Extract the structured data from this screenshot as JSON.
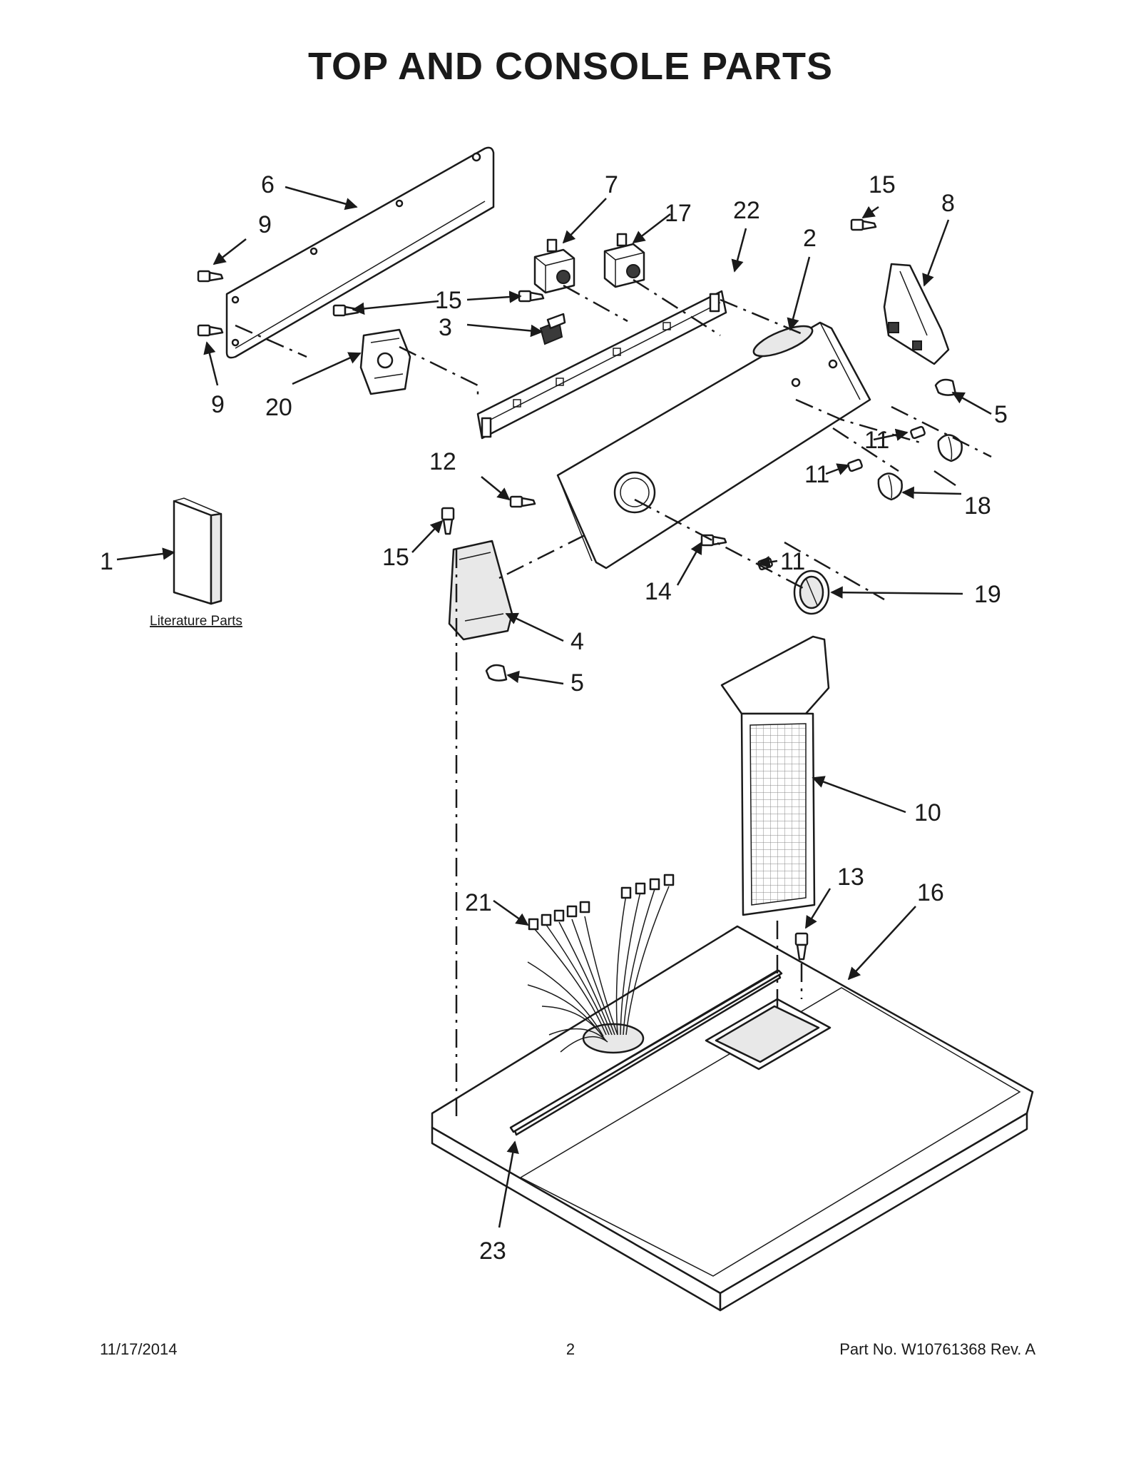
{
  "page": {
    "title": "TOP AND CONSOLE PARTS",
    "footer_date": "11/17/2014",
    "footer_page": "2",
    "footer_part": "Part No.  W10761368  Rev.  A"
  },
  "literature_label": "Literature Parts",
  "callouts": {
    "c1": "1",
    "c2": "2",
    "c3": "3",
    "c4": "4",
    "c5a": "5",
    "c5b": "5",
    "c6": "6",
    "c7": "7",
    "c8": "8",
    "c9a": "9",
    "c9b": "9",
    "c10": "10",
    "c11a": "11",
    "c11b": "11",
    "c11c": "11",
    "c12": "12",
    "c13": "13",
    "c14": "14",
    "c15a": "15",
    "c15b": "15",
    "c15c": "15",
    "c16": "16",
    "c17": "17",
    "c18": "18",
    "c19": "19",
    "c20": "20",
    "c21": "21",
    "c22": "22",
    "c23": "23"
  },
  "colors": {
    "line": "#1a1a1a",
    "background": "#ffffff",
    "shade": "#e8e8e8"
  }
}
